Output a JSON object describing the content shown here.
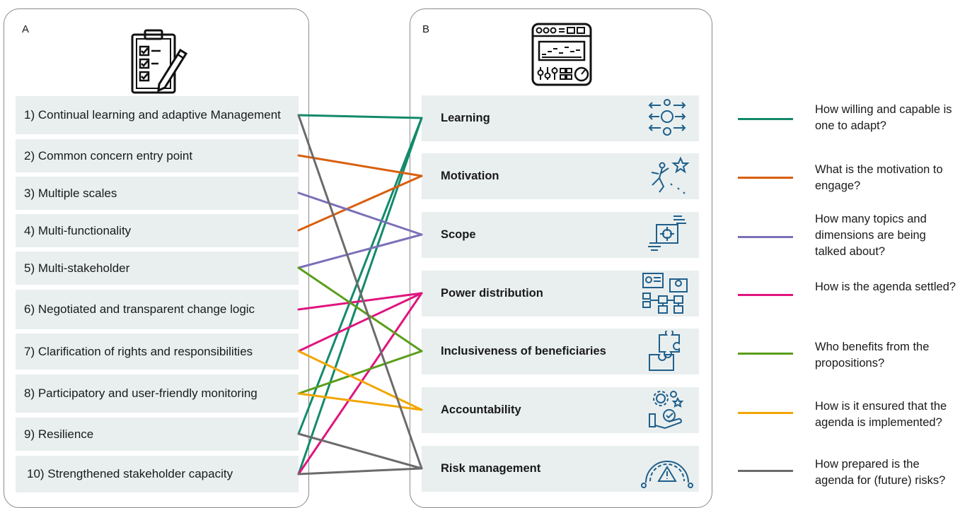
{
  "panel_a": {
    "letter": "A",
    "icon": "clipboard-checklist-icon",
    "items": [
      "1) Continual learning and adaptive Management",
      "2) Common concern entry point",
      "3) Multiple scales",
      "4) Multi-functionality",
      "5) Multi-stakeholder",
      "6) Negotiated and transparent change logic",
      "7) Clarification of rights and responsibilities",
      "8) Participatory and user-friendly monitoring",
      "9) Resilience",
      "10) Strengthened stakeholder capacity"
    ]
  },
  "panel_b": {
    "letter": "B",
    "icon": "control-panel-icon",
    "items": [
      {
        "label": "Learning",
        "icon": "learning-network-icon"
      },
      {
        "label": "Motivation",
        "icon": "motivation-figure-icon"
      },
      {
        "label": "Scope",
        "icon": "scope-focus-icon"
      },
      {
        "label": "Power distribution",
        "icon": "power-hierarchy-icon"
      },
      {
        "label": "Inclusiveness of beneficiaries",
        "icon": "puzzle-icon"
      },
      {
        "label": "Accountability",
        "icon": "gear-hand-icon"
      },
      {
        "label": "Risk management",
        "icon": "risk-gauge-icon"
      }
    ]
  },
  "legend": [
    {
      "color": "#138a6b",
      "text": "How willing and capable is one to adapt?"
    },
    {
      "color": "#d95f0e",
      "text": "What is the motivation to engage?"
    },
    {
      "color": "#7b6fb8",
      "text": "How many topics and dimensions are being talked about?"
    },
    {
      "color": "#e0157f",
      "text": "How is the agenda settled?"
    },
    {
      "color": "#5a9e1a",
      "text": "Who benefits from the propositions?"
    },
    {
      "color": "#f2a600",
      "text": "How is it ensured that the agenda is implemented?"
    },
    {
      "color": "#6b6b6b",
      "text": "How prepared is the agenda for (future) risks?"
    }
  ],
  "links": [
    {
      "from": 0,
      "to": 0,
      "color": "#138a6b"
    },
    {
      "from": 8,
      "to": 0,
      "color": "#138a6b"
    },
    {
      "from": 9,
      "to": 0,
      "color": "#138a6b"
    },
    {
      "from": 1,
      "to": 1,
      "color": "#d95f0e"
    },
    {
      "from": 3,
      "to": 1,
      "color": "#d95f0e"
    },
    {
      "from": 2,
      "to": 2,
      "color": "#7b6fb8"
    },
    {
      "from": 4,
      "to": 2,
      "color": "#7b6fb8"
    },
    {
      "from": 5,
      "to": 3,
      "color": "#e0157f"
    },
    {
      "from": 6,
      "to": 3,
      "color": "#e0157f"
    },
    {
      "from": 9,
      "to": 3,
      "color": "#e0157f"
    },
    {
      "from": 4,
      "to": 4,
      "color": "#5a9e1a"
    },
    {
      "from": 7,
      "to": 4,
      "color": "#5a9e1a"
    },
    {
      "from": 6,
      "to": 5,
      "color": "#f2a600"
    },
    {
      "from": 7,
      "to": 5,
      "color": "#f2a600"
    },
    {
      "from": 0,
      "to": 6,
      "color": "#6b6b6b"
    },
    {
      "from": 8,
      "to": 6,
      "color": "#6b6b6b"
    },
    {
      "from": 9,
      "to": 6,
      "color": "#6b6b6b"
    }
  ]
}
